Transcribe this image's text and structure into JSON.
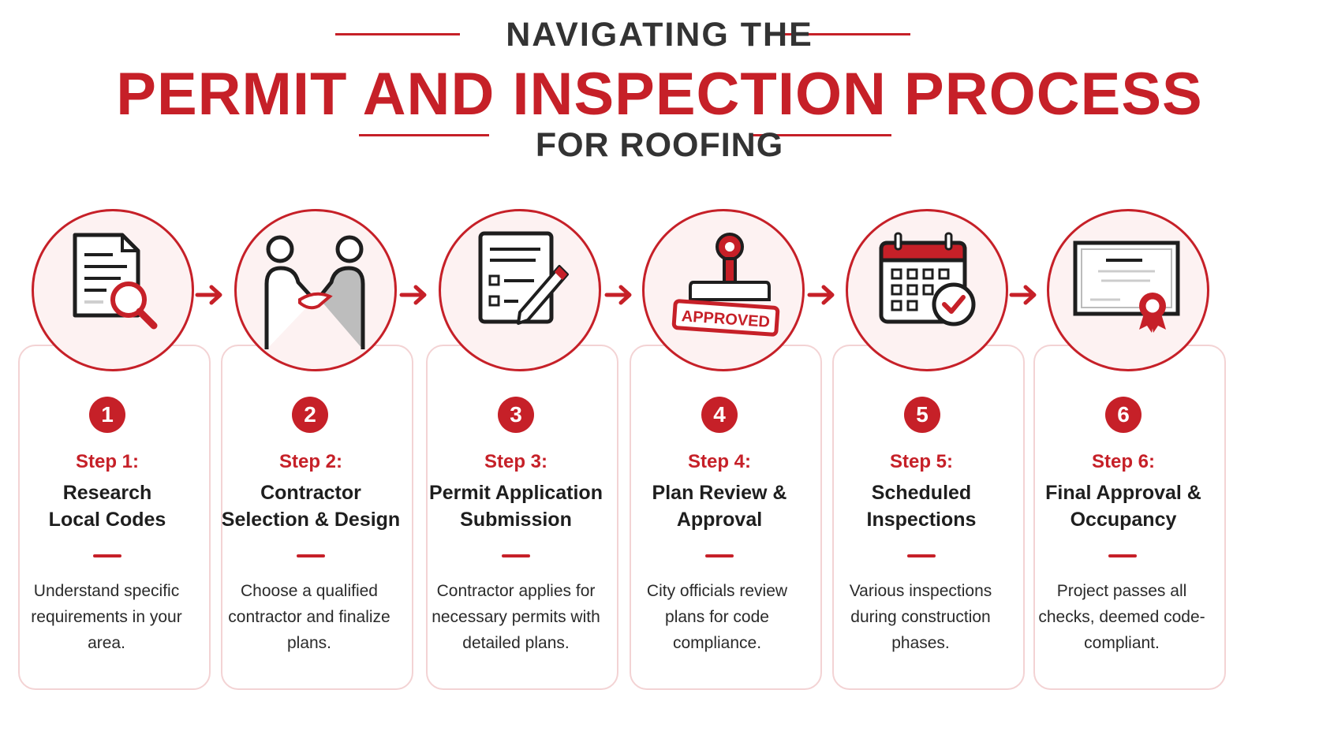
{
  "header": {
    "line1": "NAVIGATING THE",
    "line2": "PERMIT AND INSPECTION PROCESS",
    "line3": "FOR ROOFING"
  },
  "colors": {
    "accent": "#c62028",
    "card_border": "#f3d3d4",
    "circle_fill": "#fdf2f2",
    "text": "#1e1e1e"
  },
  "steps": [
    {
      "number": "1",
      "label": "Step 1:",
      "title": "Research\nLocal Codes",
      "description": "Understand specific requirements in your area.",
      "icon": "document-magnifier-icon"
    },
    {
      "number": "2",
      "label": "Step 2:",
      "title": "Contractor\nSelection & Design",
      "description": "Choose a qualified contractor and finalize plans.",
      "icon": "handshake-icon"
    },
    {
      "number": "3",
      "label": "Step 3:",
      "title": "Permit Application\nSubmission",
      "description": "Contractor applies for necessary permits with detailed plans.",
      "icon": "form-pencil-icon"
    },
    {
      "number": "4",
      "label": "Step 4:",
      "title": "Plan Review &\nApproval",
      "description": "City officials review plans for code compliance.",
      "icon": "approved-stamp-icon",
      "stamp_text": "APPROVED"
    },
    {
      "number": "5",
      "label": "Step 5:",
      "title": "Scheduled\nInspections",
      "description": "Various inspections during construction phases.",
      "icon": "calendar-check-icon"
    },
    {
      "number": "6",
      "label": "Step 6:",
      "title": "Final Approval &\nOccupancy",
      "description": "Project passes all checks, deemed code-compliant.",
      "icon": "certificate-icon"
    }
  ]
}
